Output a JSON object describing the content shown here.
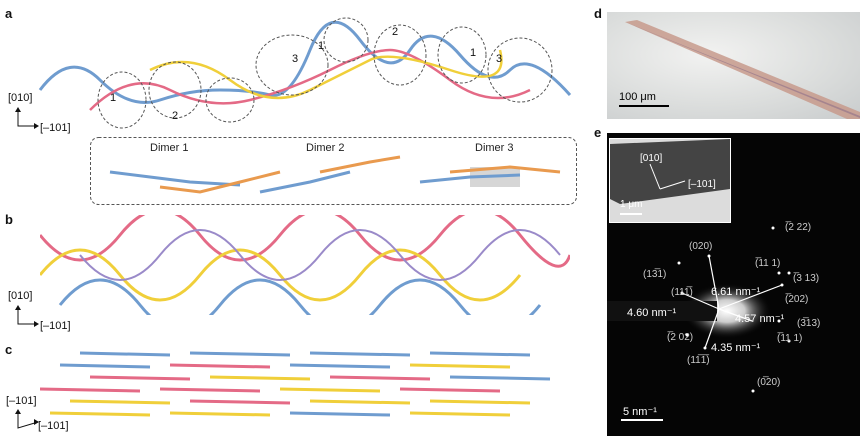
{
  "panels": {
    "a": "a",
    "b": "b",
    "c": "c",
    "d": "d",
    "e": "e"
  },
  "axes": {
    "a_up": "[010]",
    "a_right": "[–101]",
    "b_up": "[010]",
    "b_right": "[–101]",
    "c_up": "[–101]",
    "c_right": "[–101]"
  },
  "panel_a": {
    "ring_labels": [
      "1",
      "2",
      "3",
      "1",
      "2",
      "1",
      "3"
    ],
    "dimers": [
      "Dimer 1",
      "Dimer 2",
      "Dimer 3"
    ]
  },
  "panel_d": {
    "scale": "100 μm"
  },
  "panel_e": {
    "inset_dir_up": "[010]",
    "inset_dir_right": "[–101]",
    "inset_scale": "1 μm",
    "scale": "5 nm⁻¹",
    "d_labels": {
      "d1": "6.61 nm⁻¹",
      "d2": "4.60 nm⁻¹",
      "d3": "4.57 nm⁻¹",
      "d4": "4.35 nm⁻¹"
    },
    "spots": [
      "(020)",
      "(13̅1)",
      "(̅2 22)",
      "(̅11 1)",
      "(̅3 13)",
      "(111̅)",
      "(̅202)",
      "(̅2 02)",
      "(3̅13)",
      "(̅11 1)",
      "(11̅1̅)",
      "(0̅20)"
    ]
  },
  "colors": {
    "blue": "#6f9ccf",
    "pink": "#e46a86",
    "yellow": "#f0cf3a",
    "orange": "#e99a4e",
    "purple": "#9a8ac9"
  }
}
